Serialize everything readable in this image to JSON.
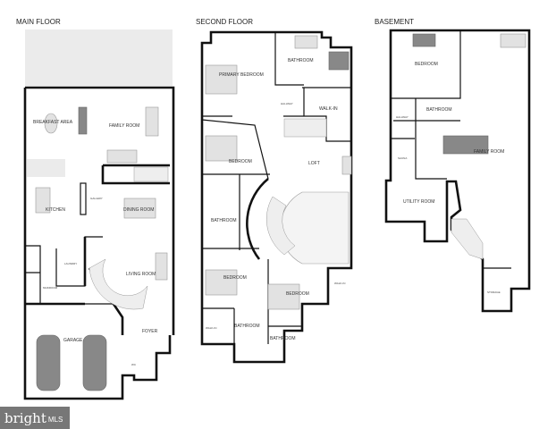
{
  "floors": {
    "main": {
      "title": "MAIN FLOOR",
      "rooms": {
        "breakfast": "BREAKFAST AREA",
        "family": "FAMILY ROOM",
        "kitchen": "KITCHEN",
        "gallery": "GALLERY",
        "dining": "DINING ROOM",
        "laundry": "LAUNDRY",
        "mudroom": "MUDROOM",
        "living": "LIVING ROOM",
        "foyer": "FOYER",
        "garage": "GARAGE",
        "wc": "WC"
      }
    },
    "second": {
      "title": "SECOND FLOOR",
      "rooms": {
        "primary": "PRIMARY BEDROOM",
        "bath1": "BATHROOM",
        "hallway": "HALLWAY",
        "walkin1": "WALK-IN",
        "bed1": "BEDROOM",
        "loft": "LOFT",
        "bath2": "BATHROOM",
        "bed2": "BEDROOM",
        "bed3": "BEDROOM",
        "walkin2": "WALK-IN",
        "walkin3": "WALK-IN",
        "bath3": "BATHROOM",
        "bath4": "BATHROOM"
      }
    },
    "basement": {
      "title": "BASEMENT",
      "rooms": {
        "bedroom": "BEDROOM",
        "bathroom": "BATHROOM",
        "hallway": "HALLWAY",
        "sauna": "SAUNA",
        "family": "FAMILY ROOM",
        "utility": "UTILITY ROOM",
        "storage": "STORAGE"
      }
    }
  },
  "logo": {
    "brand": "bright",
    "suffix": "MLS"
  }
}
